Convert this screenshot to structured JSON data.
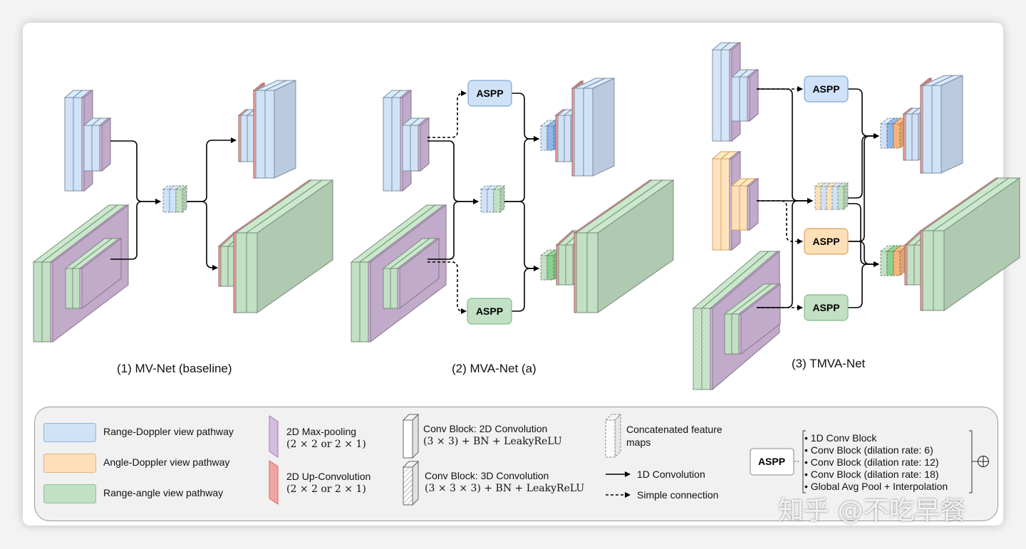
{
  "captions": {
    "mvnet": "(1) MV-Net (baseline)",
    "mvanet": "(2) MVA-Net (a)",
    "tmvanet": "(3) TMVA-Net"
  },
  "aspp_label": "ASPP",
  "colors": {
    "range_doppler": "#cfe2f8",
    "angle_doppler": "#fde0b8",
    "range_angle": "#c2e0c4",
    "maxpool": "#d6bde0",
    "upconv": "#f2a3a3"
  },
  "legend": {
    "pathways": [
      {
        "label": "Range-Doppler view pathway",
        "color": "#cfe2f8"
      },
      {
        "label": "Angle-Doppler view pathway",
        "color": "#fde0b8"
      },
      {
        "label": "Range-angle view pathway",
        "color": "#c2e0c4"
      }
    ],
    "maxpool": {
      "line1": "2D Max-pooling",
      "line2": "(2 × 2 or 2 × 1)"
    },
    "upconv": {
      "line1": "2D Up-Convolution",
      "line2": "(2 × 2 or 2 × 1)"
    },
    "conv2d": {
      "line1": "Conv Block: 2D Convolution",
      "line2": "(3 × 3) + BN + LeakyReLU"
    },
    "conv3d": {
      "line1": "Conv Block: 3D Convolution",
      "line2": "(3 × 3 × 3) + BN + LeakyReLU"
    },
    "concat": {
      "line1": "Concatenated feature",
      "line2": "maps"
    },
    "conv1d": "1D Convolution",
    "simple": "Simple connection",
    "aspp_items": [
      "• 1D Conv Block",
      "• Conv Block (dilation rate: 6)",
      "• Conv Block (dilation rate: 12)",
      "• Conv Block (dilation rate: 18)",
      "• Global Avg Pool + Interpolation"
    ]
  },
  "watermark": "知乎 @不吃早餐"
}
